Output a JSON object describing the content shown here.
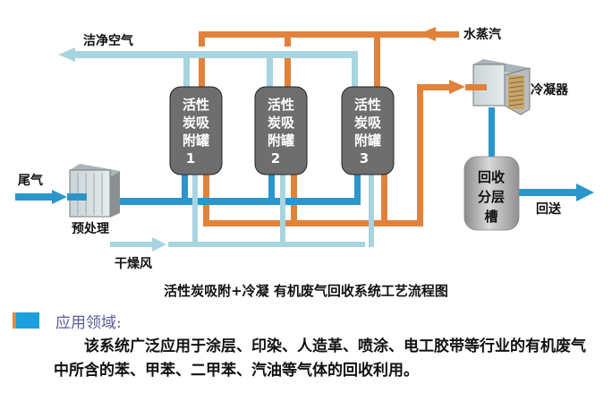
{
  "diagram": {
    "labels": {
      "clean_air": "洁净空气",
      "steam": "水蒸汽",
      "condenser": "冷凝器",
      "exhaust": "尾气",
      "pretreatment": "预处理",
      "dry_air": "干燥风",
      "return": "回送"
    },
    "tanks": [
      {
        "lines": [
          "活性",
          "炭吸",
          "附罐",
          "1"
        ]
      },
      {
        "lines": [
          "活性",
          "炭吸",
          "附罐",
          "2"
        ]
      },
      {
        "lines": [
          "活性",
          "炭吸",
          "附罐",
          "3"
        ]
      }
    ],
    "separator": {
      "lines": [
        "回收",
        "分层",
        "槽"
      ]
    },
    "colors": {
      "steam_pipe": "#e0823c",
      "exhaust_pipe": "#2a96cc",
      "clean_air_pipe": "#a8d4e0",
      "tank": "#6e6e6e"
    }
  },
  "caption": "活性炭吸附+冷凝 有机废气回收系统工艺流程图",
  "section": {
    "title": "应用领域:",
    "body": "该系统广泛应用于涂层、印染、人造革、喷涂、电工胶带等行业的有机废气中所含的苯、甲苯、二甲苯、汽油等气体的回收利用。"
  }
}
